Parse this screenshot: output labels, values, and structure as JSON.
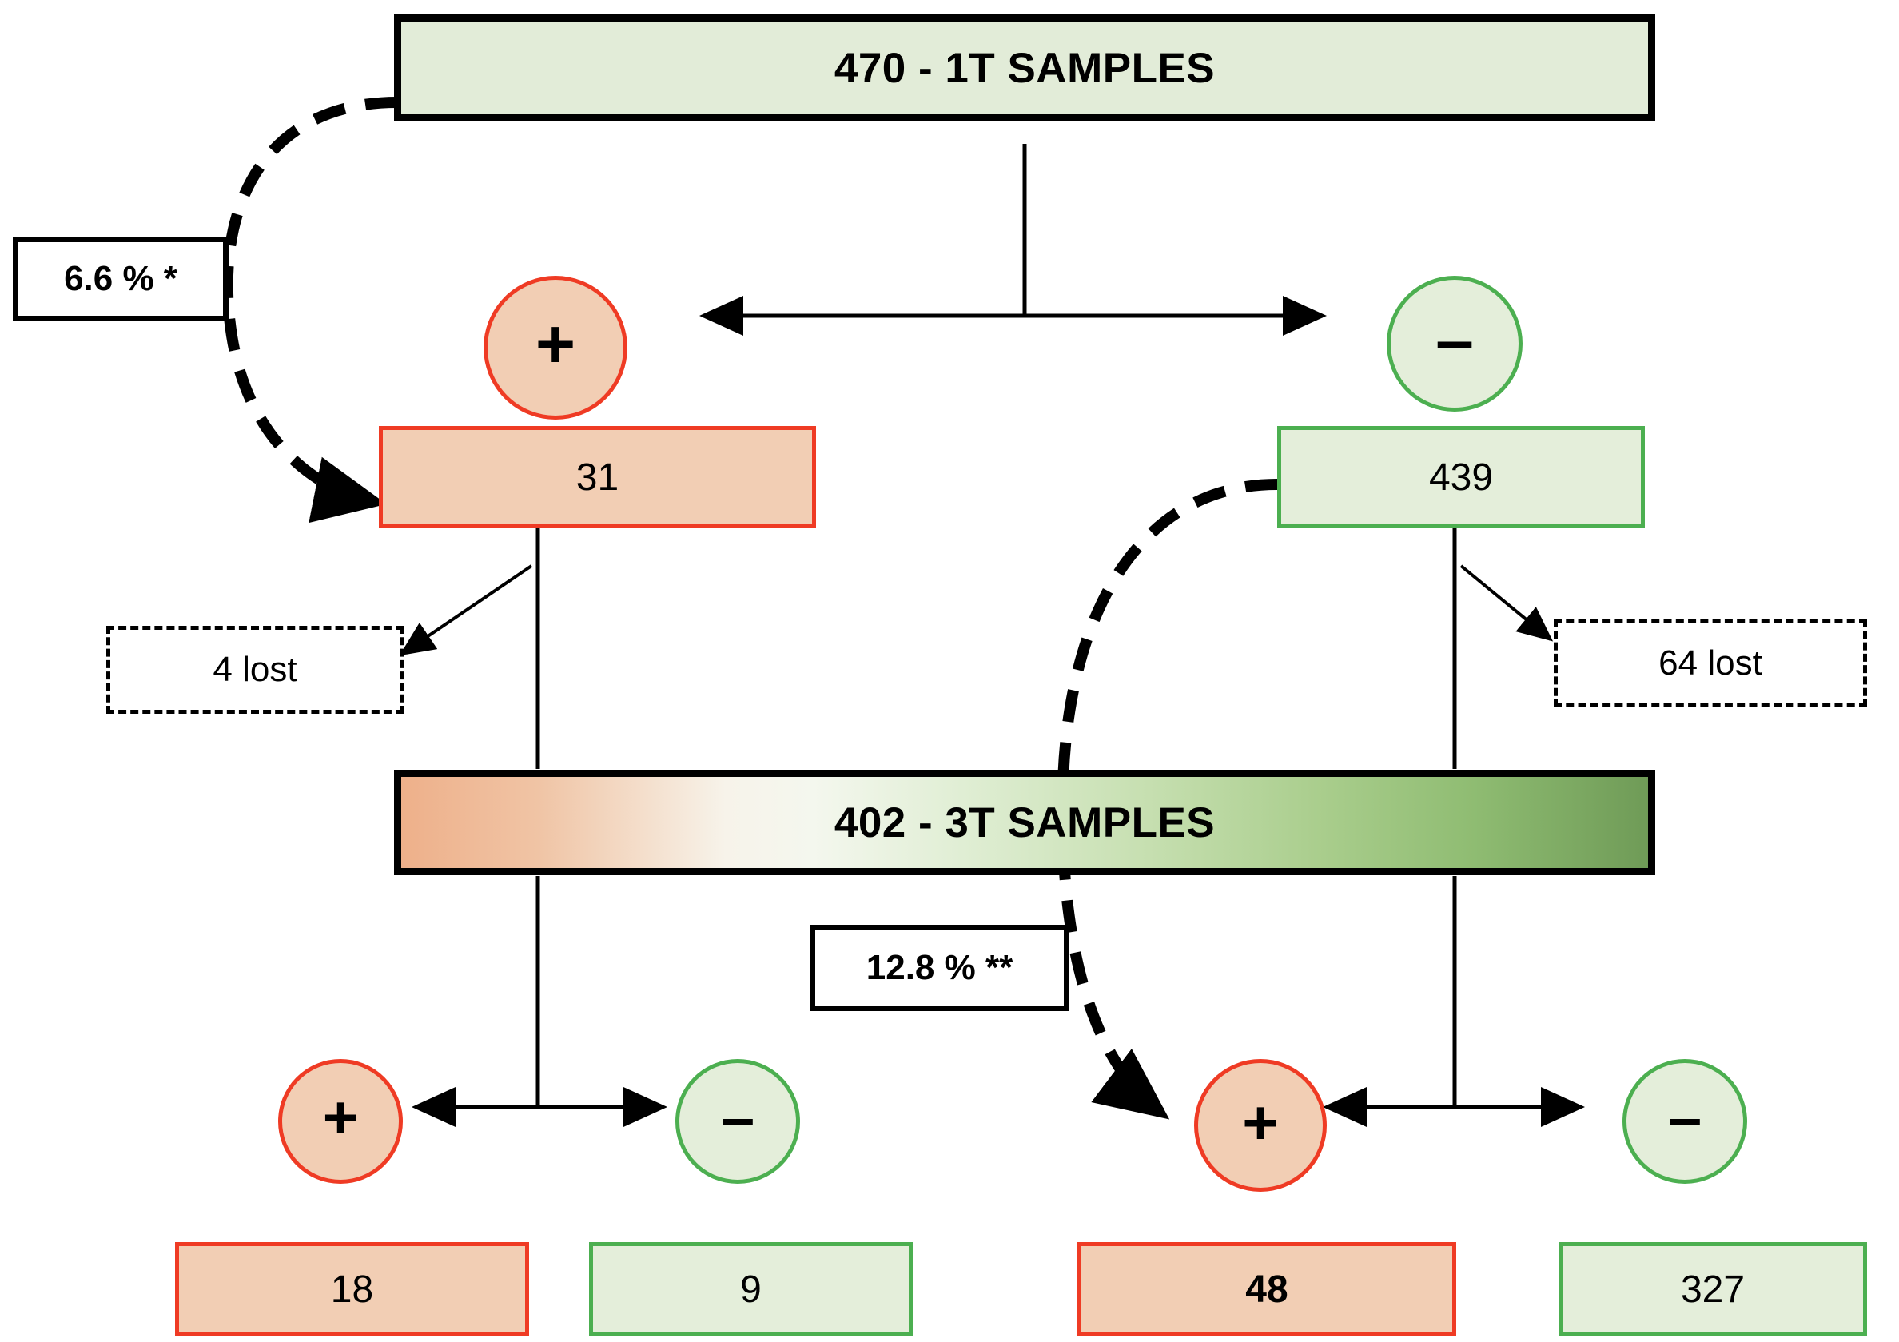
{
  "diagram": {
    "title_top": "470 - 1T SAMPLES",
    "title_mid": "402 - 3T SAMPLES",
    "colors": {
      "positive_fill": "#f2ceb4",
      "positive_border": "#ef3b24",
      "negative_fill": "#e4eeda",
      "negative_border": "#4caf50",
      "banner_top_fill": "#e2ecd8",
      "outline": "#000000"
    }
  },
  "banners": {
    "top": {
      "label": "470 - 1T SAMPLES"
    },
    "mid": {
      "label": "402 - 3T SAMPLES"
    }
  },
  "tier1": {
    "positive": {
      "sign": "+",
      "count": "31"
    },
    "negative": {
      "sign": "–",
      "count": "439"
    },
    "lost_left": "4 lost",
    "lost_right": "64 lost"
  },
  "tier3": {
    "left_group": {
      "positive": {
        "sign": "+",
        "count": "18"
      },
      "negative": {
        "sign": "–",
        "count": "9"
      }
    },
    "right_group": {
      "positive": {
        "sign": "+",
        "count": "48"
      },
      "negative": {
        "sign": "–",
        "count": "327"
      }
    }
  },
  "annotations": {
    "seroconversion_1t": "6.6 % *",
    "seroconversion_3t": "12.8 % **"
  }
}
